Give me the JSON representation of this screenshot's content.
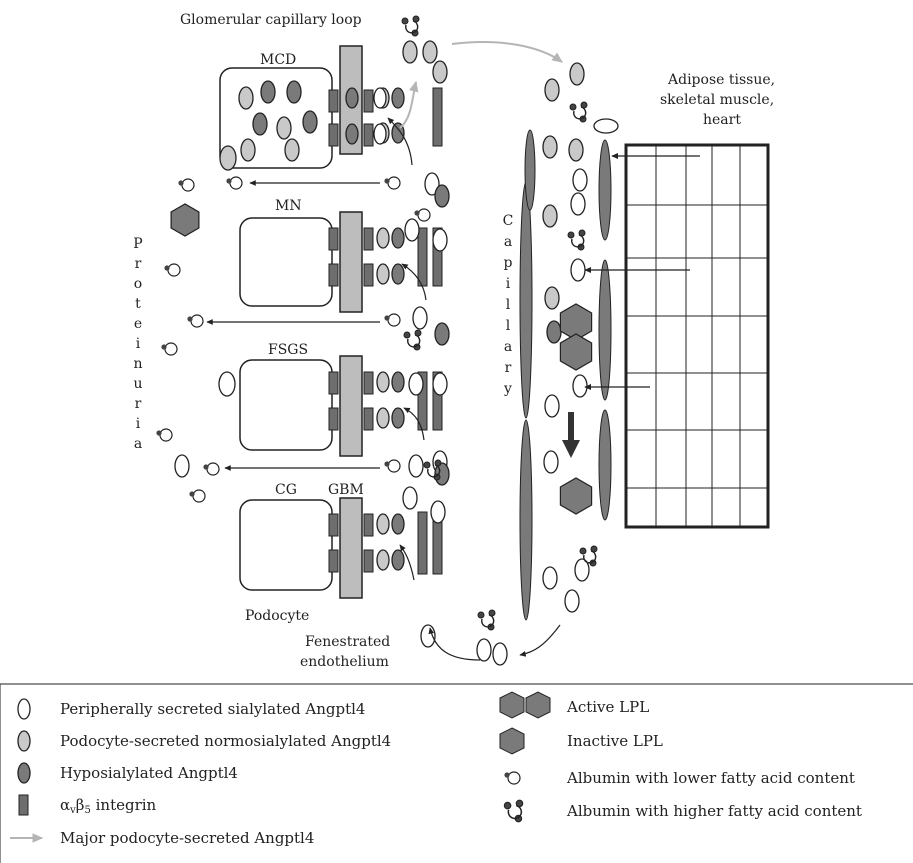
{
  "title": "Glomerular capillary loop",
  "podocyte_labels": [
    "MCD",
    "MN",
    "FSGS",
    "CG"
  ],
  "gbm_label": "GBM",
  "podocyte_label": "Podocyte",
  "endothelium_label": [
    "Fenestrated",
    "endothelium"
  ],
  "tissue_label": [
    "Adipose tissue,",
    "skeletal muscle,",
    "heart"
  ],
  "proteinuria_letters": [
    "P",
    "r",
    "o",
    "t",
    "e",
    "i",
    "n",
    "u",
    "r",
    "i",
    "a"
  ],
  "capillary_letters": [
    "C",
    "a",
    "p",
    "i",
    "l",
    "l",
    "a",
    "r",
    "y"
  ],
  "legend": {
    "peripheral": "Peripherally secreted sialylated Angptl4",
    "podocyte_normo": "Podocyte-secreted normosialylated Angptl4",
    "hyposialylated": "Hyposialylated Angptl4",
    "integrin": "integrin",
    "integrin_alpha": "α",
    "integrin_v": "v",
    "integrin_beta": "β",
    "integrin_5": "5",
    "major": "Major podocyte-secreted Angptl4",
    "active_lpl": "Active LPL",
    "inactive_lpl": "Inactive LPL",
    "albumin_low": "Albumin with lower fatty acid content",
    "albumin_high": "Albumin with higher fatty acid content"
  },
  "colors": {
    "dark": "#7a7a7a",
    "light": "#c9c9c9",
    "stroke": "#222222"
  }
}
